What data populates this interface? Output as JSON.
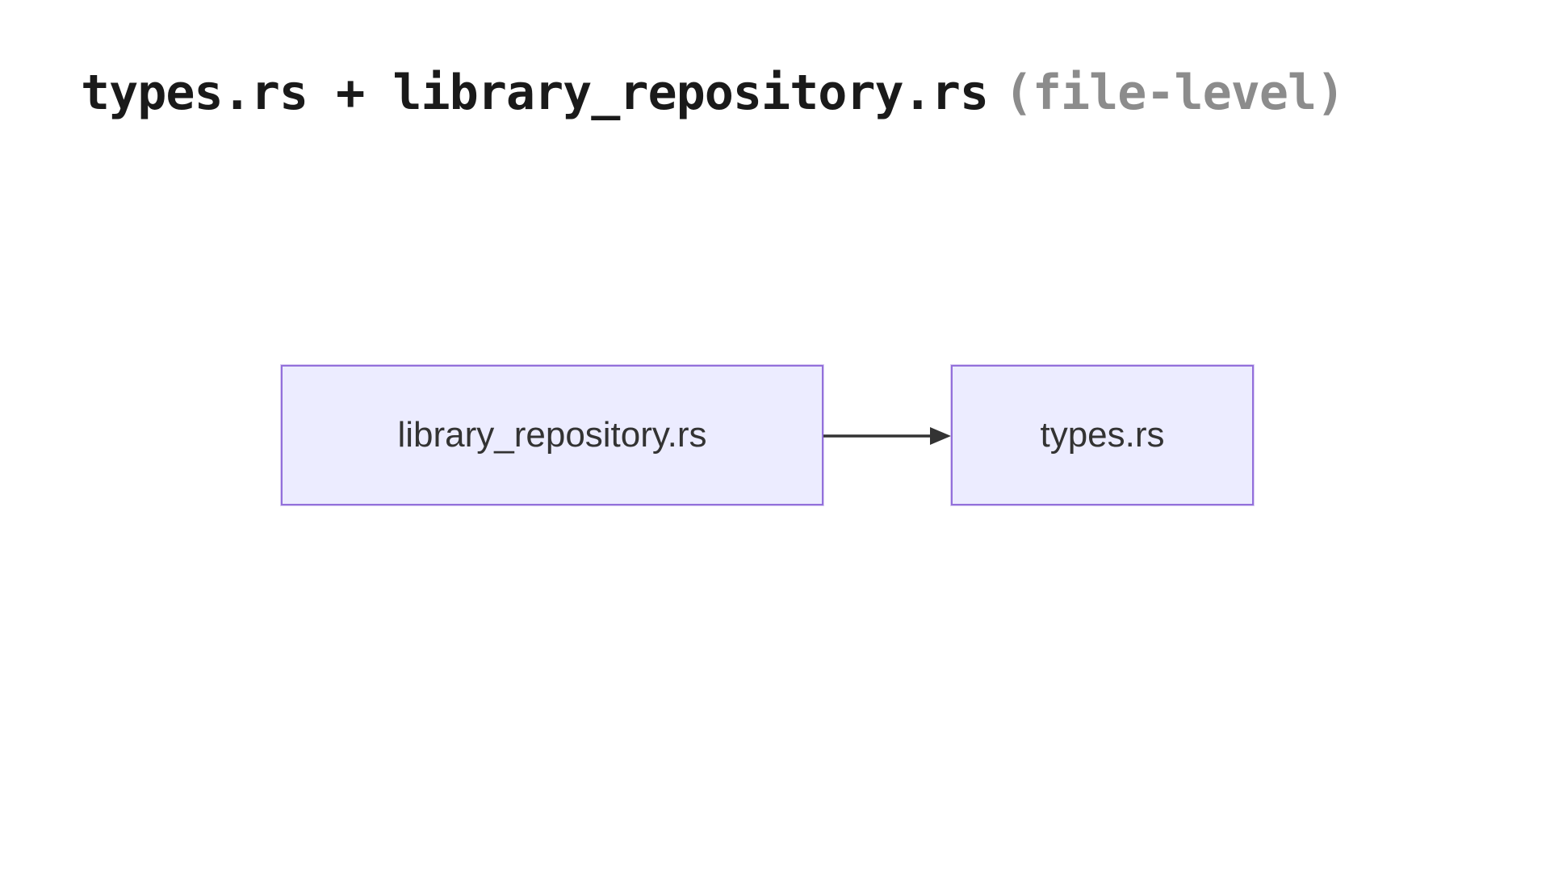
{
  "title": {
    "main": "types.rs + library_repository.rs",
    "qualifier": "(file-level)"
  },
  "diagram": {
    "type": "flowchart",
    "direction": "left-to-right",
    "nodes": [
      {
        "id": "library_repository",
        "label": "library_repository.rs"
      },
      {
        "id": "types",
        "label": "types.rs"
      }
    ],
    "edges": [
      {
        "from": "library_repository.rs",
        "to": "types.rs",
        "style": "solid-arrow"
      }
    ]
  },
  "colors": {
    "background": "#ffffff",
    "node_fill": "#ECECFF",
    "node_border": "#9370DB",
    "node_text": "#333333",
    "edge": "#333333",
    "title_text": "#1a1a1a",
    "title_qualifier": "#8c8c8c"
  }
}
